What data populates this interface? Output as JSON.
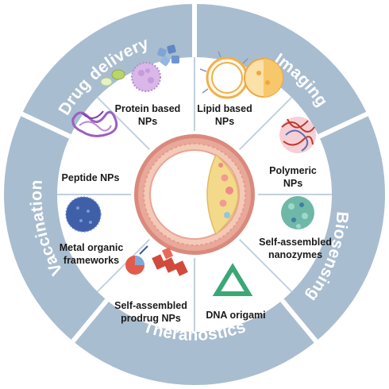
{
  "diagram": {
    "outer_ring": {
      "labels": [
        "Drug delivery",
        "Imaging",
        "Biosensing",
        "Theranostics",
        "Vaccination"
      ],
      "colors": {
        "ring": "#a9bdd0",
        "divider": "#ffffff",
        "text": "#ffffff"
      }
    },
    "nanoparticles": [
      {
        "label_lines": [
          "Protein based",
          "NPs"
        ],
        "icon": "protein-nanoparticle-icon"
      },
      {
        "label_lines": [
          "Lipid based",
          "NPs"
        ],
        "icon": "lipid-nanoparticle-icon"
      },
      {
        "label_lines": [
          "Polymeric",
          "NPs"
        ],
        "icon": "polymeric-nanoparticle-icon"
      },
      {
        "label_lines": [
          "Self-assembled",
          "nanozymes"
        ],
        "icon": "nanozyme-icon"
      },
      {
        "label_lines": [
          "DNA origami"
        ],
        "icon": "dna-origami-icon"
      },
      {
        "label_lines": [
          "Self-assembled",
          "prodrug NPs"
        ],
        "icon": "prodrug-nanoparticle-icon"
      },
      {
        "label_lines": [
          "Metal organic",
          "frameworks"
        ],
        "icon": "mof-icon"
      },
      {
        "label_lines": [
          "Peptide NPs"
        ],
        "icon": "peptide-nanoparticle-icon"
      }
    ],
    "center": {
      "icon": "blood-vessel-cross-section-icon"
    },
    "colors": {
      "inner_disc": "#ffffff",
      "sector_line": "#c3d1de",
      "vessel_outer": "#d98a7d",
      "vessel_wall": "#f4c9b8",
      "lumen": "#ffffff",
      "plaque": "#f3da8a"
    }
  }
}
